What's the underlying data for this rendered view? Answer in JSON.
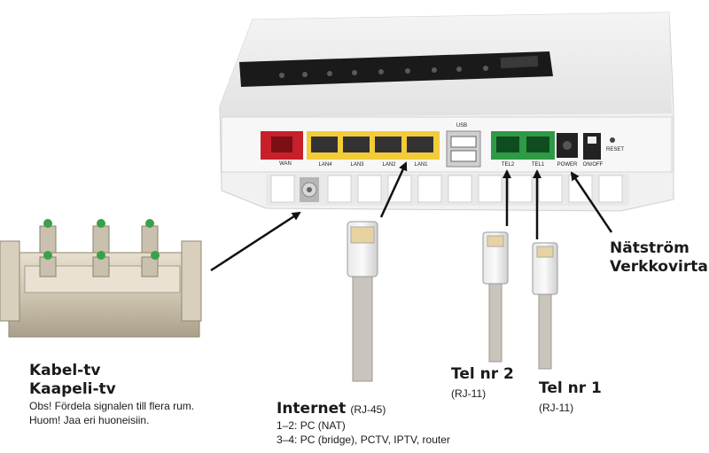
{
  "router": {
    "port_labels": {
      "wan": "WAN",
      "lan4": "LAN4",
      "lan3": "LAN3",
      "lan2": "LAN2",
      "lan1": "LAN1",
      "usb": "USB",
      "tel2": "TEL2",
      "tel1": "TEL1",
      "power": "POWER",
      "onoff": "ON/OFF",
      "reset": "RESET"
    }
  },
  "labels": {
    "cable_tv": {
      "title_sv": "Kabel-tv",
      "title_fi": "Kaapeli-tv",
      "note_sv": "Obs! Fördela signalen till flera rum.",
      "note_fi": "Huom! Jaa eri huoneisiin."
    },
    "internet": {
      "title": "Internet",
      "connector": "(RJ-45)",
      "line1": "1–2: PC (NAT)",
      "line2": "3–4: PC (bridge), PCTV, IPTV, router"
    },
    "tel2": {
      "title": "Tel nr 2",
      "connector": "(RJ-11)"
    },
    "tel1": {
      "title": "Tel nr 1",
      "connector": "(RJ-11)"
    },
    "power": {
      "title_sv": "Nätström",
      "title_fi": "Verkkovirta"
    }
  },
  "colors": {
    "wan_port": "#c8202a",
    "lan_port": "#f2cc3a",
    "tel_port": "#2e9a45",
    "cable_gray": "#c9c4bc",
    "splitter_metal": "#cfc6b2",
    "arrow": "#111111"
  }
}
